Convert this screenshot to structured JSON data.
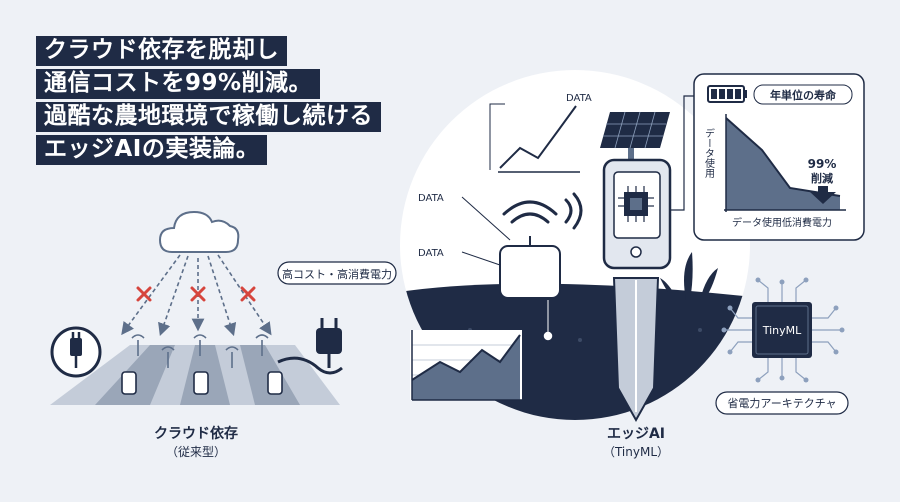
{
  "headline": {
    "lines": [
      "クラウド依存を脱却し",
      "通信コストを99%削減。",
      "過酷な農地環境で稼働し続ける",
      "エッジAIの実装論。"
    ]
  },
  "cloud_side": {
    "cost_badge": "高コスト・高消費電力",
    "caption": "クラウド依存",
    "subcaption": "（従来型）"
  },
  "edge_side": {
    "data_labels": [
      "DATA",
      "DATA",
      "DATA"
    ],
    "caption": "エッジAI",
    "subcaption": "（TinyML）",
    "chip_label": "TinyML",
    "chip_badge": "省電力アーキテクチャ"
  },
  "inset_chart": {
    "badge": "年単位の寿命",
    "ylabel": "データ使用",
    "xlabel": "データ使用低消費電力",
    "reduction_value": "99%",
    "reduction_label": "削減"
  },
  "colors": {
    "navy": "#1f2b45",
    "slate": "#5d6f8a",
    "red": "#d6453d",
    "background": "#eef1f6"
  }
}
